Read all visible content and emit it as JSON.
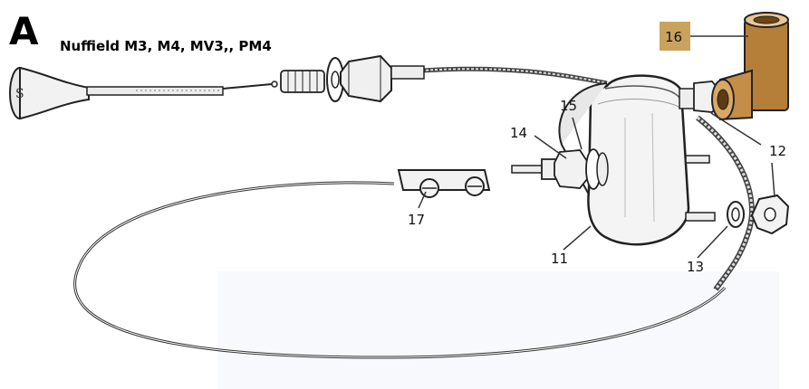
{
  "header": {
    "letter": "A",
    "title": "Nuffield M3, M4, MV3,, PM4"
  },
  "callouts": [
    {
      "id": "16",
      "label": "16",
      "highlighted": true
    },
    {
      "id": "15",
      "label": "15"
    },
    {
      "id": "14",
      "label": "14"
    },
    {
      "id": "12",
      "label": "12"
    },
    {
      "id": "17",
      "label": "17"
    },
    {
      "id": "11",
      "label": "11"
    },
    {
      "id": "13",
      "label": "13"
    }
  ],
  "colors": {
    "line": "#222222",
    "part_fill": "#f4f4f4",
    "highlight_box": "#c9a35e",
    "bronze_part": "#b57f3a"
  }
}
